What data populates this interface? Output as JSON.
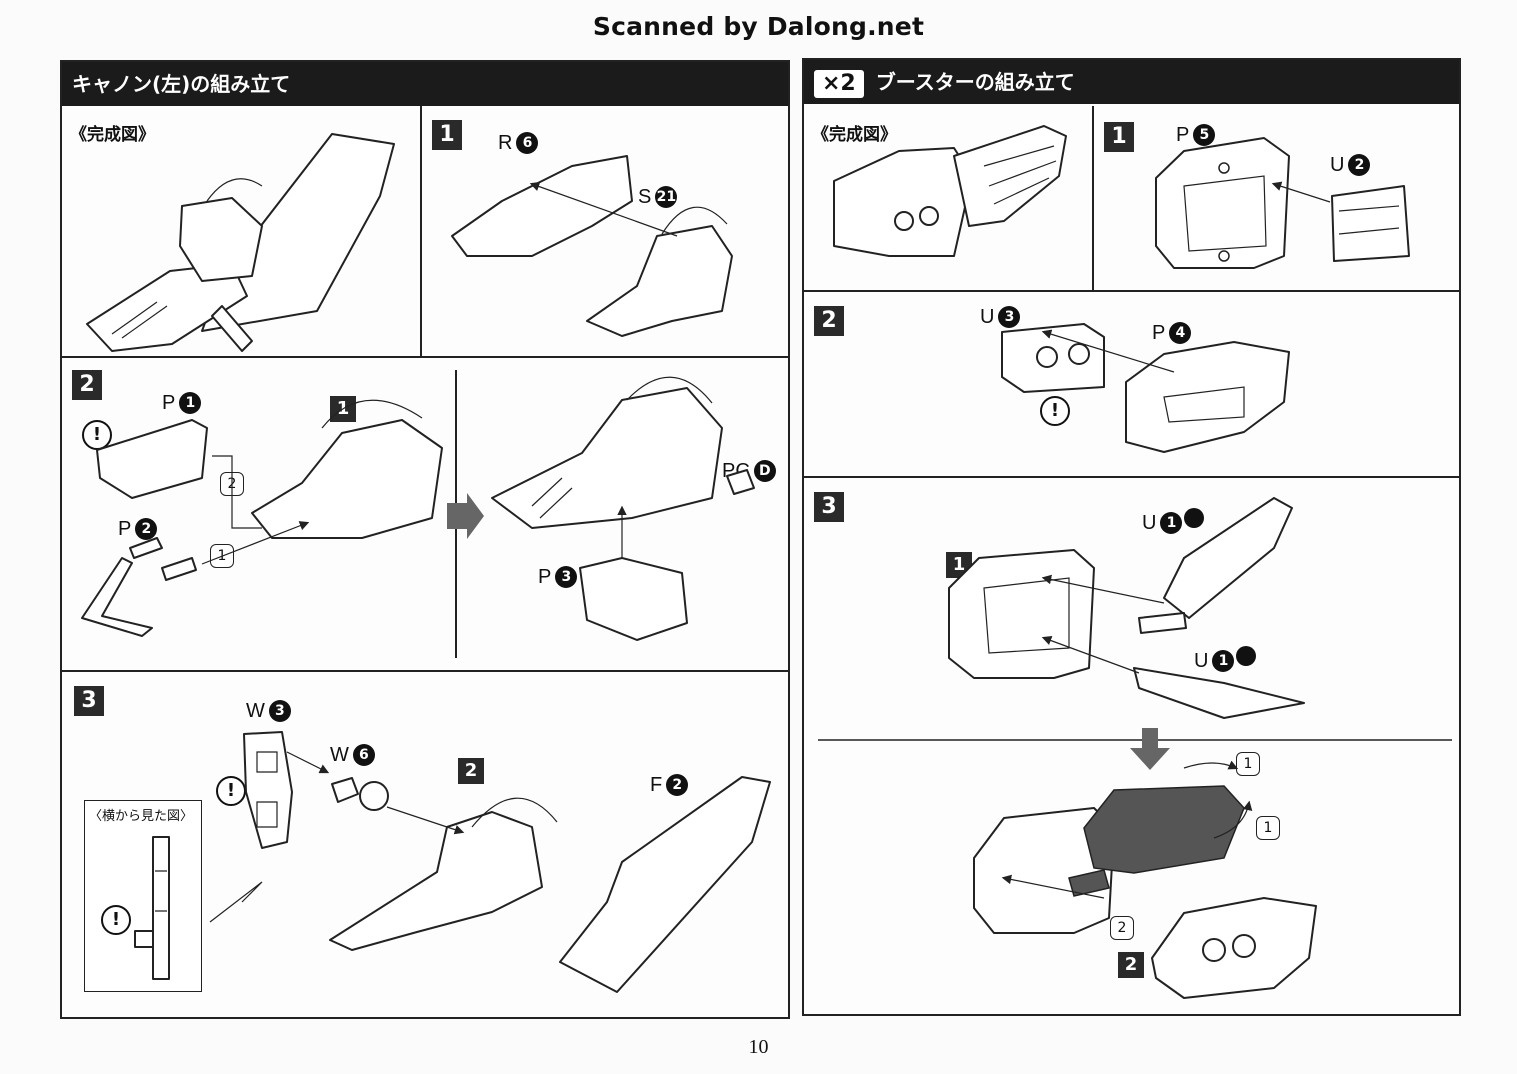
{
  "header": {
    "scan_credit": "Scanned by Dalong.net"
  },
  "left_section": {
    "title": "キャノン(左)の組み立て",
    "completed_caption": "《完成図》",
    "step1": {
      "number": "1",
      "parts": [
        {
          "letter": "R",
          "num": "6"
        },
        {
          "letter": "S",
          "num": "21"
        }
      ]
    },
    "step2": {
      "number": "2",
      "sub_ref": "1",
      "parts": [
        {
          "letter": "P",
          "num": "1"
        },
        {
          "letter": "P",
          "num": "2"
        },
        {
          "letter": "PC",
          "num": "D"
        },
        {
          "letter": "P",
          "num": "3"
        }
      ],
      "order": [
        "2",
        "1"
      ]
    },
    "step3": {
      "number": "3",
      "sub_ref": "2",
      "parts": [
        {
          "letter": "W",
          "num": "3"
        },
        {
          "letter": "W",
          "num": "6"
        },
        {
          "letter": "F",
          "num": "2"
        }
      ],
      "side_view_caption": "〈横から見た図〉"
    }
  },
  "right_section": {
    "multiplier": "×2",
    "title": "ブースターの組み立て",
    "completed_caption": "《完成図》",
    "step1": {
      "number": "1",
      "parts": [
        {
          "letter": "P",
          "num": "5"
        },
        {
          "letter": "U",
          "num": "2"
        }
      ]
    },
    "step2": {
      "number": "2",
      "parts": [
        {
          "letter": "U",
          "num": "3"
        },
        {
          "letter": "P",
          "num": "4"
        }
      ]
    },
    "step3": {
      "number": "3",
      "sub_ref_top": "1",
      "sub_ref_bottom": "2",
      "parts": [
        {
          "letter": "U",
          "num": "1"
        },
        {
          "letter": "U",
          "num": "1"
        }
      ],
      "order": [
        "1",
        "1",
        "2"
      ]
    }
  },
  "warning_symbol": "!",
  "page_number": "10"
}
